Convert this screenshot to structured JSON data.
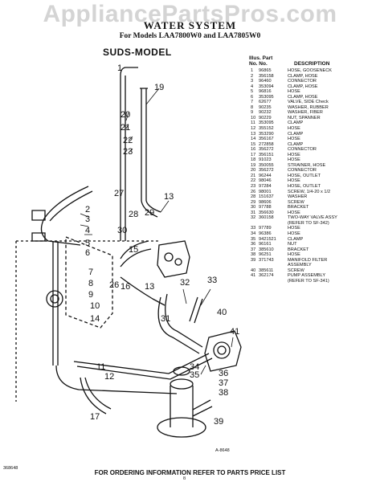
{
  "watermark": "AppliancePartsPros.com",
  "title": "WATER SYSTEM",
  "subtitle": "For Models LAA7800W0 and LAA7805W0",
  "model_label": "SUDS-MODEL",
  "parts_header": {
    "ill_no": "Illus. Part",
    "no": "No. No.",
    "description": "DESCRIPTION"
  },
  "parts": [
    {
      "ill": "1",
      "part": "96865",
      "desc": "HOSE, GOOSENECK"
    },
    {
      "ill": "2",
      "part": "356158",
      "desc": "CLAMP, HOSE"
    },
    {
      "ill": "3",
      "part": "96460",
      "desc": "CONNECTOR"
    },
    {
      "ill": "4",
      "part": "353094",
      "desc": "CLAMP, HOSE"
    },
    {
      "ill": "5",
      "part": "96816",
      "desc": "HOSE"
    },
    {
      "ill": "6",
      "part": "353095",
      "desc": "CLAMP, HOSE"
    },
    {
      "ill": "7",
      "part": "62677",
      "desc": "VALVE, SIDE Check"
    },
    {
      "ill": "8",
      "part": "90235",
      "desc": "WASHER, RUBBER"
    },
    {
      "ill": "9",
      "part": "90232",
      "desc": "WASHER, FIBER"
    },
    {
      "ill": "10",
      "part": "90229",
      "desc": "NUT, SPANNER"
    },
    {
      "ill": "11",
      "part": "353095",
      "desc": "CLAMP"
    },
    {
      "ill": "12",
      "part": "355152",
      "desc": "HOSE"
    },
    {
      "ill": "13",
      "part": "353290",
      "desc": "CLAMP"
    },
    {
      "ill": "14",
      "part": "356167",
      "desc": "HOSE"
    },
    {
      "ill": "15",
      "part": "272858",
      "desc": "CLAMP"
    },
    {
      "ill": "16",
      "part": "356272",
      "desc": "CONNECTOR"
    },
    {
      "ill": "17",
      "part": "356151",
      "desc": "HOSE"
    },
    {
      "ill": "18",
      "part": "91023",
      "desc": "HOSE"
    },
    {
      "ill": "19",
      "part": "350055",
      "desc": "STRAINER, HOSE"
    },
    {
      "ill": "20",
      "part": "356272",
      "desc": "CONNECTOR"
    },
    {
      "ill": "21",
      "part": "96244",
      "desc": "HOSE, OUTLET"
    },
    {
      "ill": "22",
      "part": "98046",
      "desc": "HOSE"
    },
    {
      "ill": "23",
      "part": "97284",
      "desc": "HOSE, OUTLET"
    },
    {
      "ill": "26",
      "part": "98001",
      "desc": "SCREW, 1/4-20 x 1/2"
    },
    {
      "ill": "28",
      "part": "151637",
      "desc": "WASHER"
    },
    {
      "ill": "29",
      "part": "98606",
      "desc": "SCREW"
    },
    {
      "ill": "30",
      "part": "97788",
      "desc": "BRACKET"
    },
    {
      "ill": "31",
      "part": "356630",
      "desc": "HOSE"
    },
    {
      "ill": "32",
      "part": "360158",
      "desc": "TWO-WAY VALVE ASSY"
    },
    {
      "ill": "",
      "part": "",
      "desc": "(REFER TO SF-342)"
    },
    {
      "ill": "33",
      "part": "97789",
      "desc": "HOSE"
    },
    {
      "ill": "34",
      "part": "96386",
      "desc": "HOSE"
    },
    {
      "ill": "35",
      "part": "9421521",
      "desc": "CLAMP"
    },
    {
      "ill": "36",
      "part": "96161",
      "desc": "NUT"
    },
    {
      "ill": "37",
      "part": "385610",
      "desc": "BRACKET"
    },
    {
      "ill": "38",
      "part": "96251",
      "desc": "HOSE"
    },
    {
      "ill": "39",
      "part": "371743",
      "desc": "MANIFOLD FILTER"
    },
    {
      "ill": "",
      "part": "",
      "desc": "ASSEMBLY"
    },
    {
      "ill": "40",
      "part": "385611",
      "desc": "SCREW"
    },
    {
      "ill": "41",
      "part": "362174",
      "desc": "PUMP ASSEMBLY"
    },
    {
      "ill": "",
      "part": "",
      "desc": "(REFER TO SF-341)"
    }
  ],
  "callouts": [
    "1",
    "19",
    "20",
    "21",
    "22",
    "23",
    "27",
    "13",
    "2",
    "3",
    "4",
    "29",
    "28",
    "30",
    "5",
    "6",
    "7",
    "8",
    "9",
    "10",
    "14",
    "15",
    "26",
    "16",
    "13",
    "32",
    "33",
    "31",
    "40",
    "41",
    "11",
    "12",
    "34",
    "35",
    "36",
    "37",
    "38",
    "17",
    "39"
  ],
  "drawing_code": "A-8648",
  "footer": "FOR ORDERING INFORMATION REFER TO PARTS PRICE LIST",
  "doc_code": "368648",
  "page_no": "8"
}
